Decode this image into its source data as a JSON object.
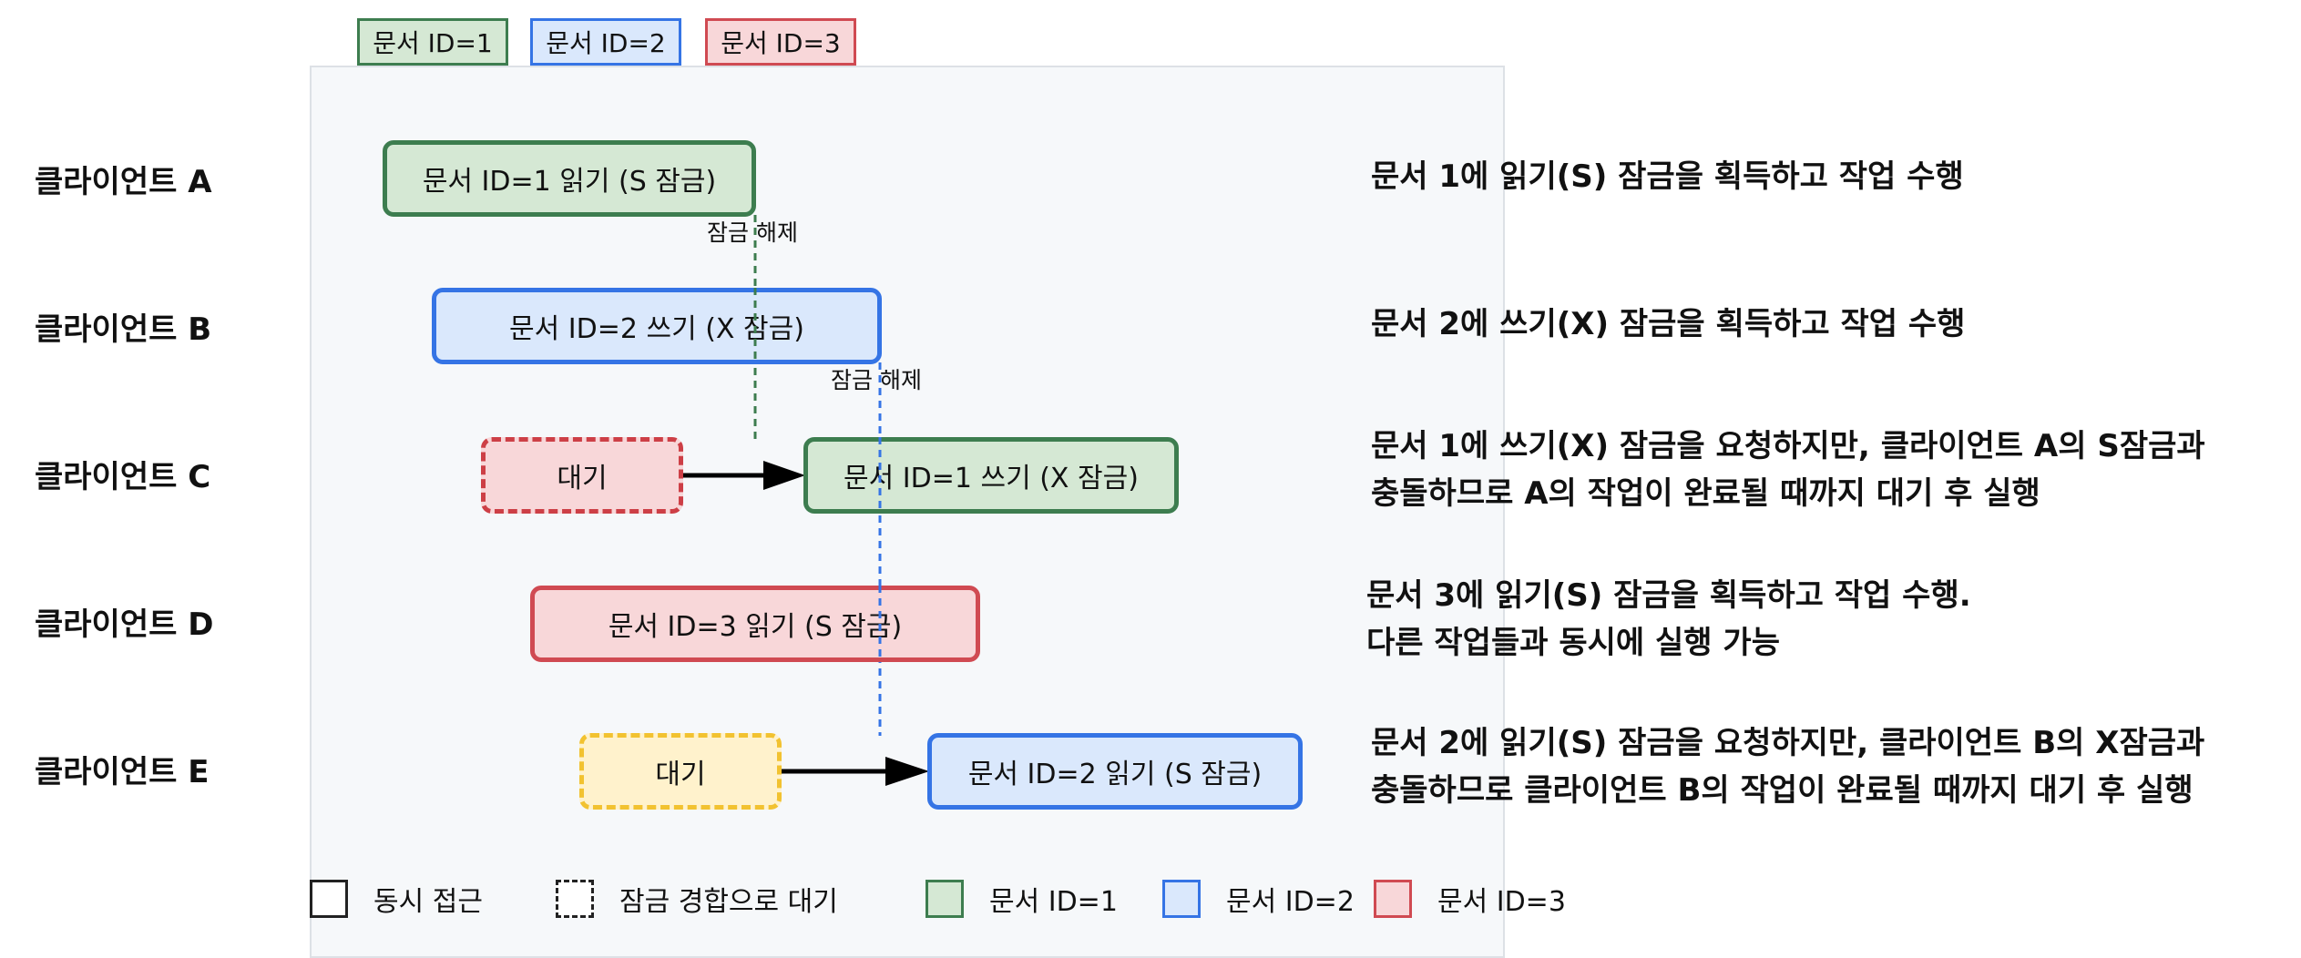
{
  "top_legend": [
    {
      "label": "문서 ID=1",
      "color": "#d5e8d4",
      "border": "#3d7d4f"
    },
    {
      "label": "문서 ID=2",
      "color": "#dae8fc",
      "border": "#3574e5"
    },
    {
      "label": "문서 ID=3",
      "color": "#f8d7d9",
      "border": "#d04a52"
    }
  ],
  "clients": [
    {
      "label": "클라이언트 A"
    },
    {
      "label": "클라이언트 B"
    },
    {
      "label": "클라이언트 C"
    },
    {
      "label": "클라이언트 D"
    },
    {
      "label": "클라이언트 E"
    }
  ],
  "boxes": {
    "a_read": "문서 ID=1 읽기 (S 잠금)",
    "b_write": "문서 ID=2 쓰기 (X 잠금)",
    "c_wait": "대기",
    "c_write": "문서 ID=1 쓰기 (X 잠금)",
    "d_read": "문서 ID=3 읽기 (S 잠금)",
    "e_wait": "대기",
    "e_read": "문서 ID=2 읽기 (S 잠금)"
  },
  "lock_release": [
    "잠금 해제",
    "잠금 해제"
  ],
  "descriptions": {
    "a": [
      "문서 1에 읽기(S) 잠금을 획득하고 작업 수행"
    ],
    "b": [
      "문서 2에 쓰기(X) 잠금을 획득하고 작업 수행"
    ],
    "c": [
      "문서 1에 쓰기(X) 잠금을 요청하지만, 클라이언트 A의 S잠금과",
      "충돌하므로 A의 작업이 완료될 때까지 대기 후 실행"
    ],
    "d": [
      "문서 3에 읽기(S) 잠금을 획득하고 작업 수행.",
      "다른 작업들과 동시에 실행 가능"
    ],
    "e": [
      "문서 2에 읽기(S) 잠금을 요청하지만, 클라이언트 B의 X잠금과",
      "충돌하므로 클라이언트 B의 작업이 완료될 때까지 대기 후 실행"
    ]
  },
  "bottom_legend": [
    {
      "label": "동시 접근",
      "style": "solid"
    },
    {
      "label": "잠금 경합으로 대기",
      "style": "dashed"
    },
    {
      "label": "문서 ID=1",
      "color": "#d5e8d4",
      "border": "#3d7d4f"
    },
    {
      "label": "문서 ID=2",
      "color": "#dae8fc",
      "border": "#3574e5"
    },
    {
      "label": "문서 ID=3",
      "color": "#f8d7d9",
      "border": "#d04a52"
    }
  ]
}
